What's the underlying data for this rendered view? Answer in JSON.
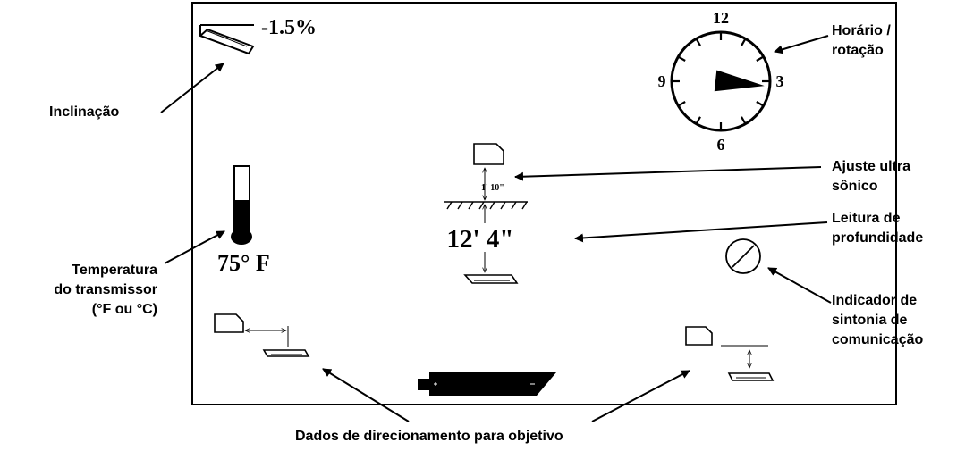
{
  "screen": {
    "pitch_value": "-1.5%",
    "clock": {
      "label_12": "12",
      "label_3": "3",
      "label_6": "6",
      "label_9": "9",
      "hand_position": 3.2
    },
    "ultrasonic_height": "1' 10\"",
    "depth_reading": "12' 4\"",
    "temperature": "75° F"
  },
  "callouts": {
    "clock": [
      "Horário /",
      "rotação"
    ],
    "pitch": [
      "Inclinação"
    ],
    "ultrasonic": [
      "Ajuste ultra",
      "sônico"
    ],
    "depth": [
      "Leitura de",
      "profundidade"
    ],
    "temperature": [
      "Temperatura",
      "do transmissor",
      "(°F ou °C)"
    ],
    "comm_tuning": [
      "Indicador de",
      "sintonia de",
      "comunicação"
    ],
    "steering": [
      "Dados de direcionamento para objetivo"
    ]
  },
  "icons": [
    "pitch-icon",
    "clock-icon",
    "thermometer-icon",
    "receiver-icon",
    "ground-line-icon",
    "transmitter-icon",
    "no-signal-icon",
    "battery-icon",
    "target-steering-icon"
  ]
}
